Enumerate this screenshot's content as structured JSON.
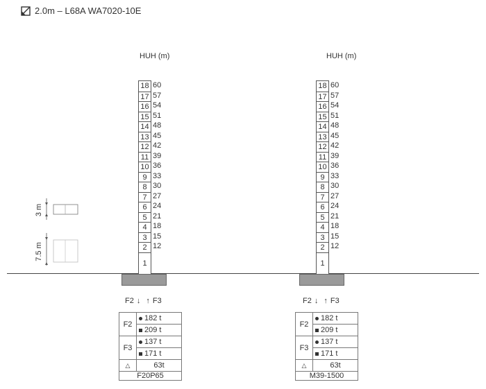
{
  "header": {
    "title": "2.0m – L68A  WA7020-10E"
  },
  "dimensions": {
    "top_section": "3 m",
    "bottom_section": "7.5 m"
  },
  "towers": [
    {
      "huh_label": "HUH (m)",
      "sections": [
        {
          "n": "18",
          "h": "60"
        },
        {
          "n": "17",
          "h": "57"
        },
        {
          "n": "16",
          "h": "54"
        },
        {
          "n": "15",
          "h": "51"
        },
        {
          "n": "14",
          "h": "48"
        },
        {
          "n": "13",
          "h": "45"
        },
        {
          "n": "12",
          "h": "42"
        },
        {
          "n": "11",
          "h": "39"
        },
        {
          "n": "10",
          "h": "36"
        },
        {
          "n": "9",
          "h": "33"
        },
        {
          "n": "8",
          "h": "30"
        },
        {
          "n": "7",
          "h": "27"
        },
        {
          "n": "6",
          "h": "24"
        },
        {
          "n": "5",
          "h": "21"
        },
        {
          "n": "4",
          "h": "18"
        },
        {
          "n": "3",
          "h": "15"
        },
        {
          "n": "2",
          "h": "12"
        }
      ],
      "base_section": "1",
      "forces": {
        "f2": "F2",
        "f3": "F3"
      },
      "loads": {
        "f2_label": "F2",
        "f2_a": "182 t",
        "f2_b": "209 t",
        "f3_label": "F3",
        "f3_a": "137 t",
        "f3_b": "171 t",
        "weight": "63t"
      },
      "model": "F20P65"
    },
    {
      "huh_label": "HUH (m)",
      "sections": [
        {
          "n": "18",
          "h": "60"
        },
        {
          "n": "17",
          "h": "57"
        },
        {
          "n": "16",
          "h": "54"
        },
        {
          "n": "15",
          "h": "51"
        },
        {
          "n": "14",
          "h": "48"
        },
        {
          "n": "13",
          "h": "45"
        },
        {
          "n": "12",
          "h": "42"
        },
        {
          "n": "11",
          "h": "39"
        },
        {
          "n": "10",
          "h": "36"
        },
        {
          "n": "9",
          "h": "33"
        },
        {
          "n": "8",
          "h": "30"
        },
        {
          "n": "7",
          "h": "27"
        },
        {
          "n": "6",
          "h": "24"
        },
        {
          "n": "5",
          "h": "21"
        },
        {
          "n": "4",
          "h": "18"
        },
        {
          "n": "3",
          "h": "15"
        },
        {
          "n": "2",
          "h": "12"
        }
      ],
      "base_section": "1",
      "forces": {
        "f2": "F2",
        "f3": "F3"
      },
      "loads": {
        "f2_label": "F2",
        "f2_a": "182 t",
        "f2_b": "209 t",
        "f3_label": "F3",
        "f3_a": "137 t",
        "f3_b": "171 t",
        "weight": "63t"
      },
      "model": "M39-1500"
    }
  ]
}
